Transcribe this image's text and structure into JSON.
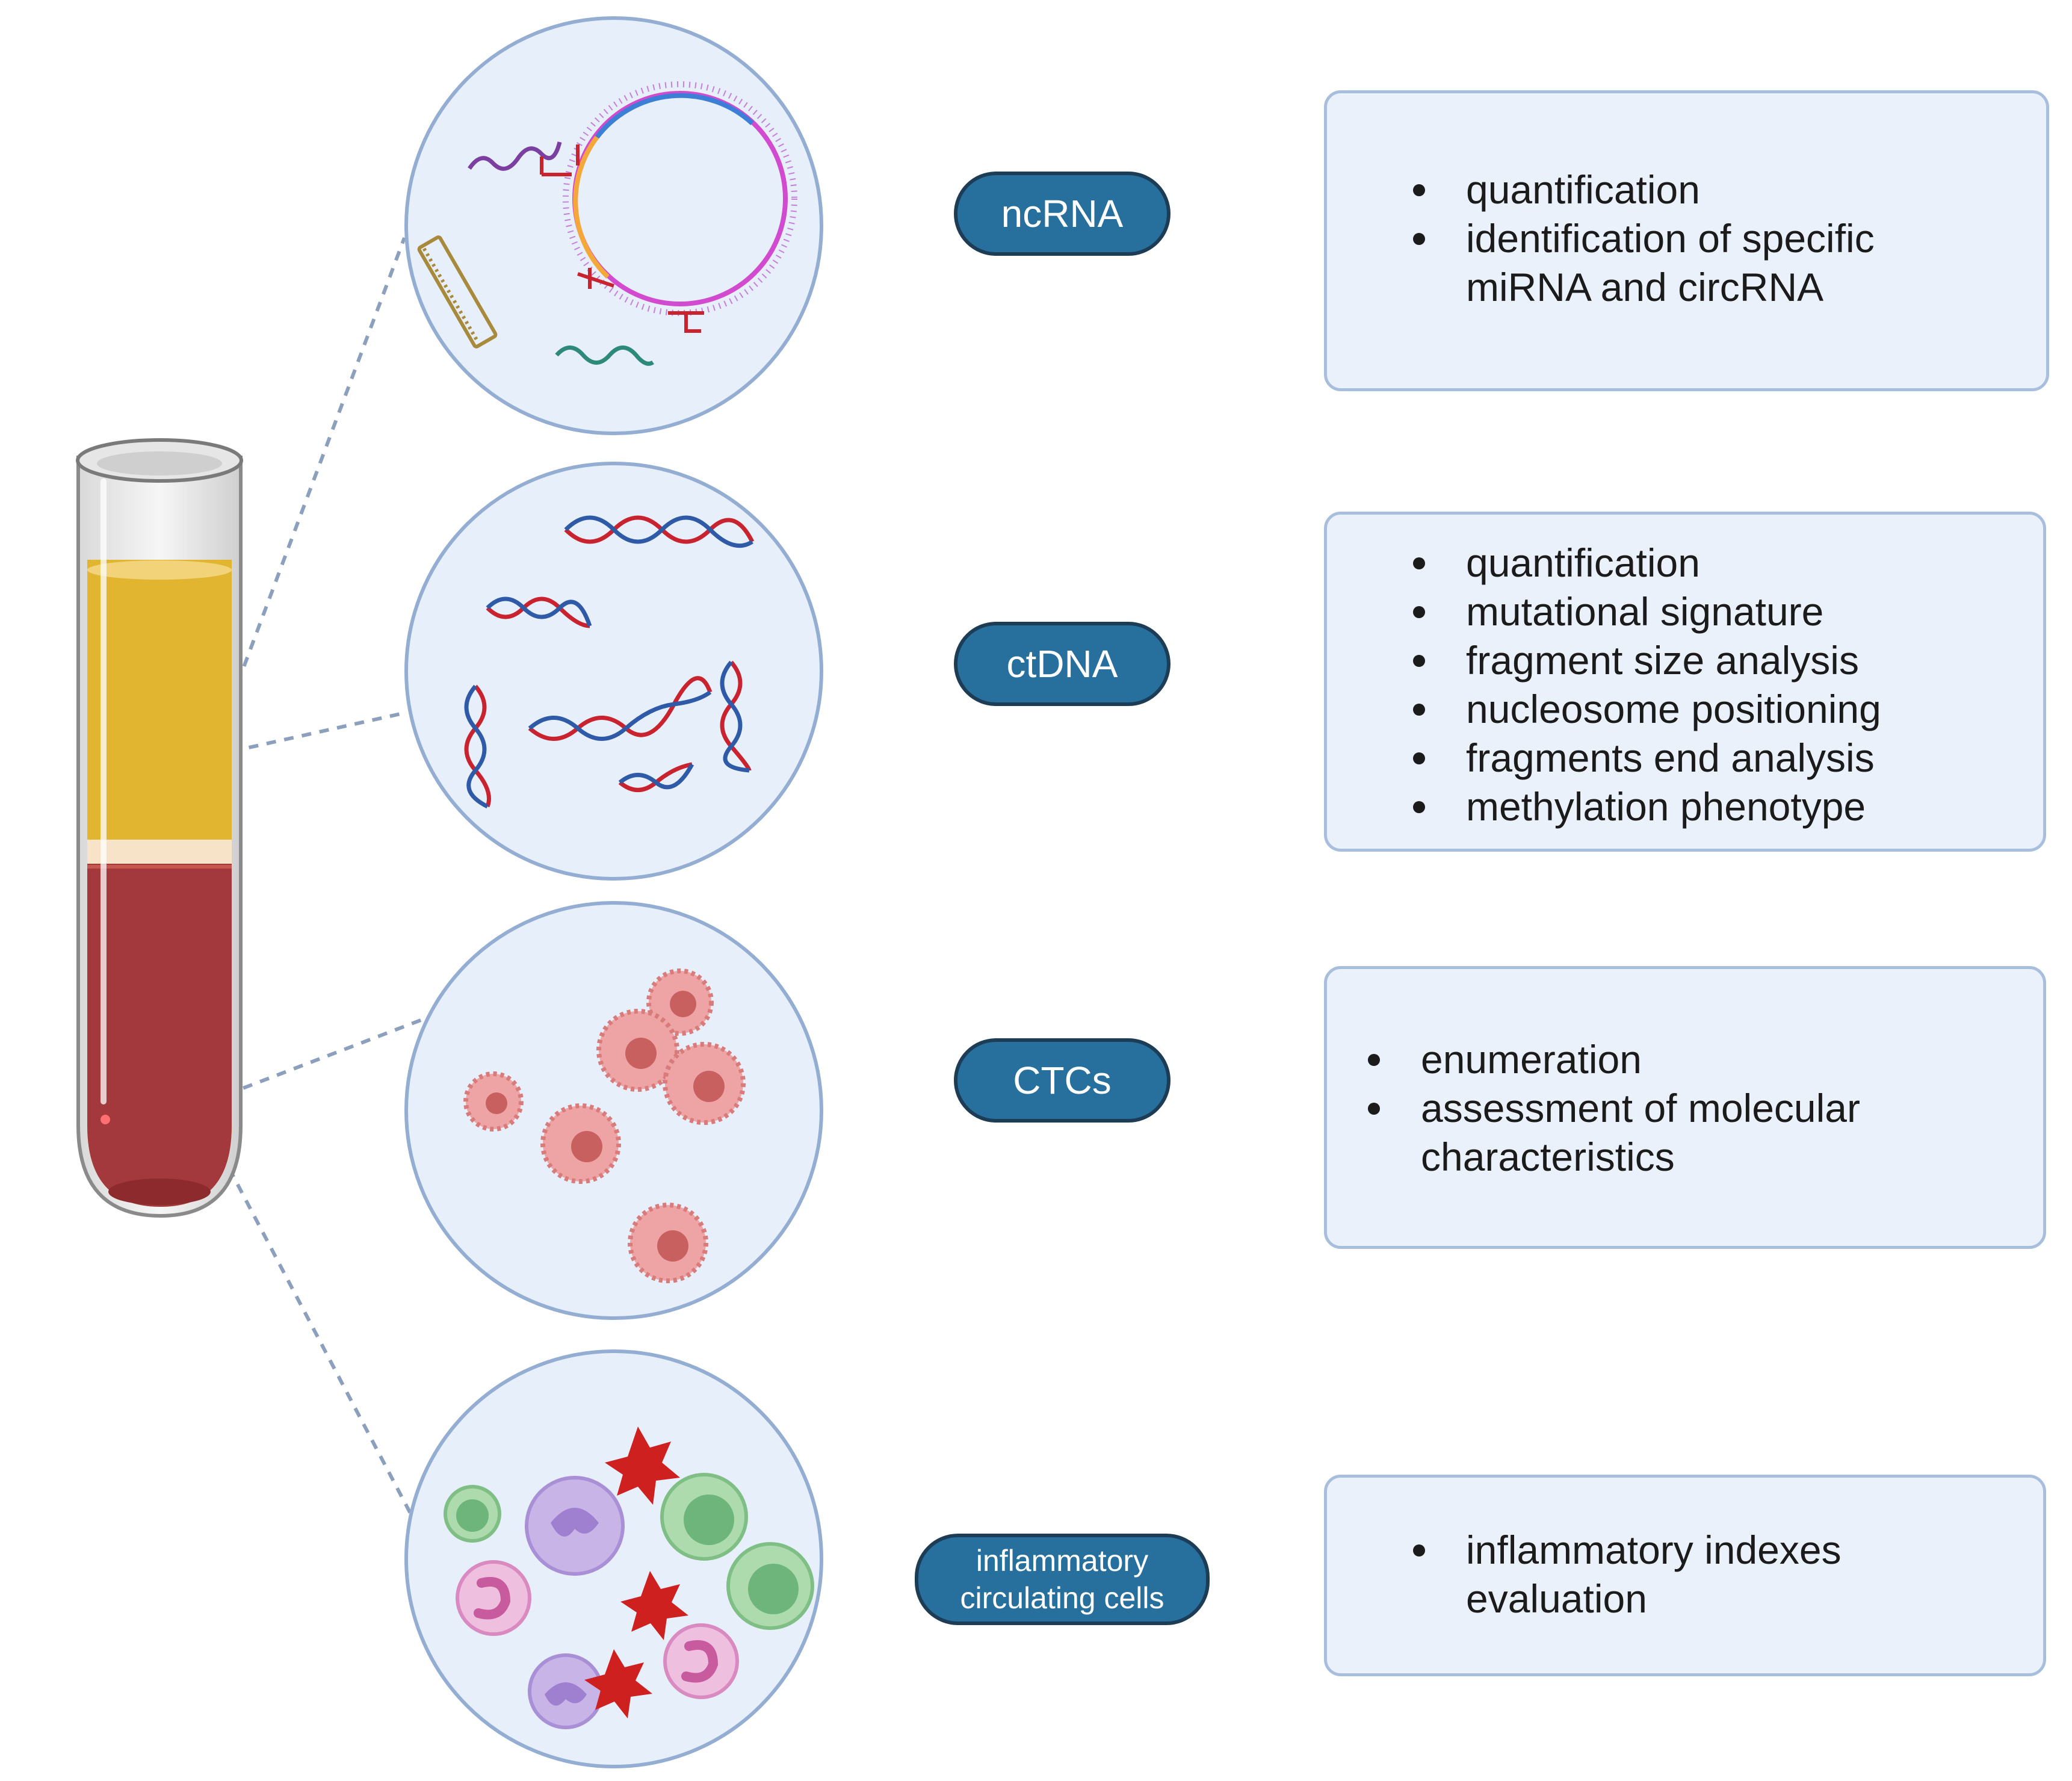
{
  "pills": {
    "ncrna": "ncRNA",
    "ctdna": "ctDNA",
    "ctcs": "CTCs",
    "inflammatory": "inflammatory\ncirculating cells"
  },
  "boxes": {
    "ncrna": [
      "quantification",
      "identification of specific\nmiRNA and circRNA"
    ],
    "ctdna": [
      "quantification",
      "mutational signature",
      "fragment size analysis",
      "nucleosome positioning",
      "fragments end analysis",
      "methylation phenotype"
    ],
    "ctcs": [
      "enumeration",
      "assessment of molecular\ncharacteristics"
    ],
    "inflammatory": [
      "inflammatory indexes\nevaluation"
    ]
  },
  "colors": {
    "pill_fill": "#27709e",
    "plasma": "#e2b531",
    "blood": "#a3393c",
    "circle_fill": "#e7f0fa",
    "box_fill": "#eaf1fa"
  }
}
